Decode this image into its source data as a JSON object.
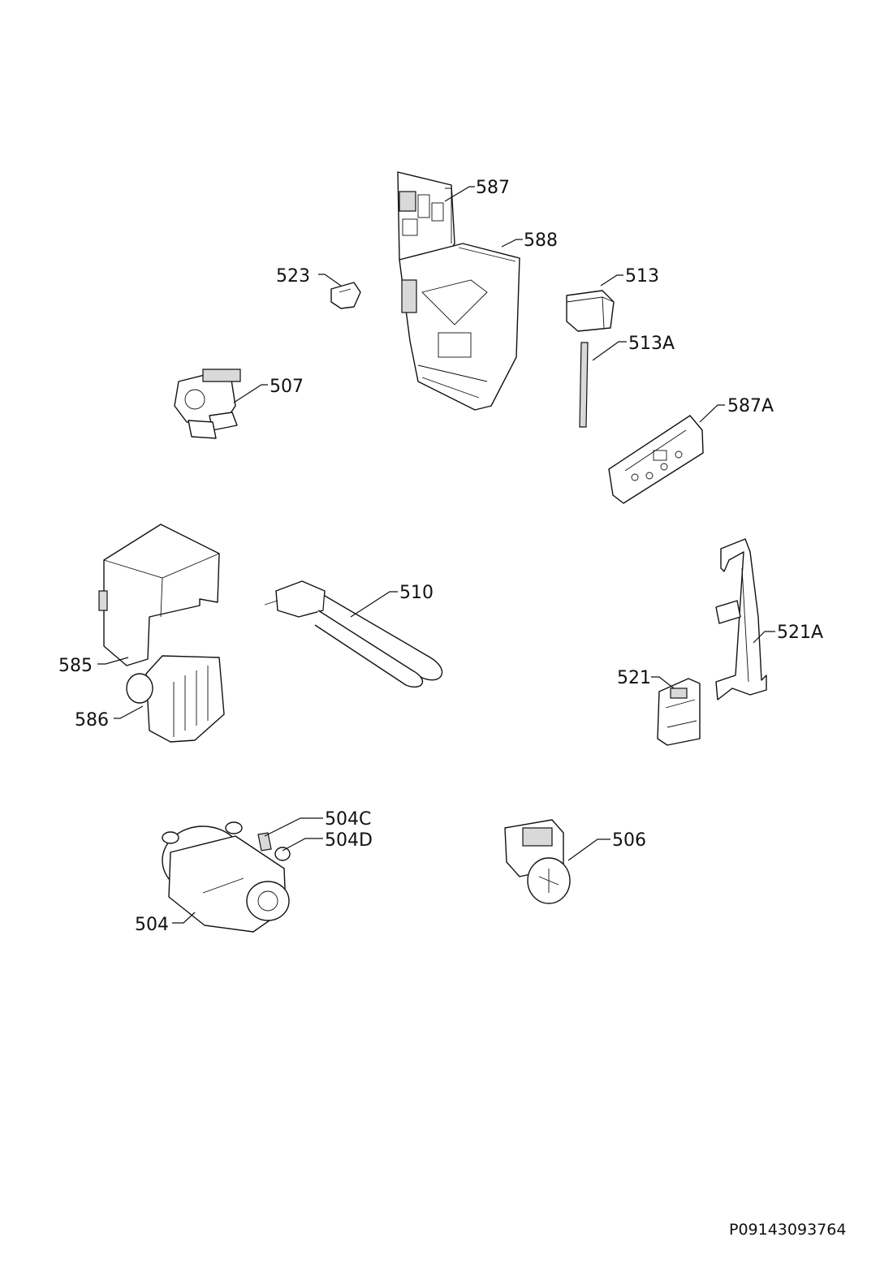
{
  "labels": {
    "p587": "587",
    "p588": "588",
    "p523": "523",
    "p513": "513",
    "p513A": "513A",
    "p507": "507",
    "p587A": "587A",
    "p510": "510",
    "p521A": "521A",
    "p585": "585",
    "p521": "521",
    "p586": "586",
    "p504C": "504C",
    "p504D": "504D",
    "p506": "506",
    "p504": "504"
  },
  "reference_code": "P09143093764"
}
